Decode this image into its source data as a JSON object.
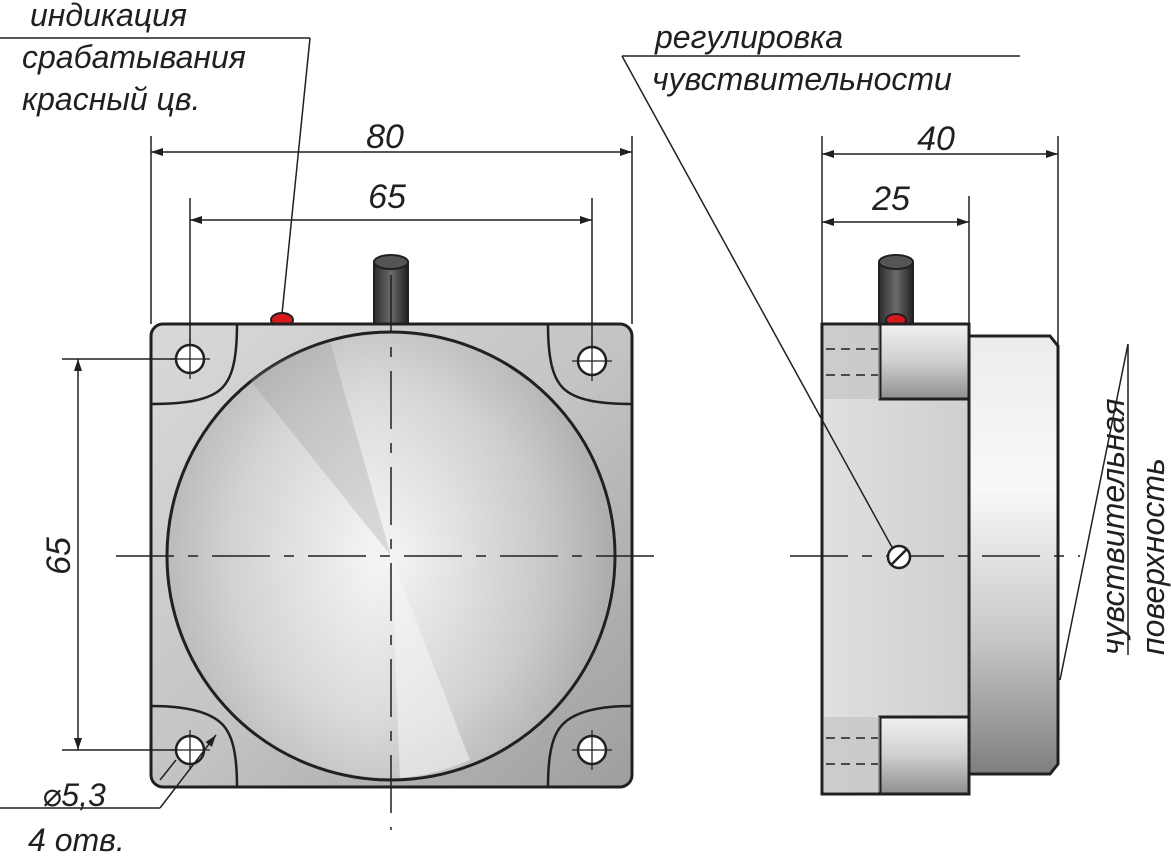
{
  "labels": {
    "indication_line1": "индикация",
    "indication_line2": "срабатывания",
    "indication_line3": "красный цв.",
    "adjust_line1": "регулировка",
    "adjust_line2": "чувствительности",
    "surface_line1": "чувствительная",
    "surface_line2": "поверхность",
    "hole_diameter": "⌀5,3",
    "hole_count": "4 отв."
  },
  "dimensions": {
    "front_width": "80",
    "front_hole_spacing_x": "65",
    "front_hole_spacing_y": "65",
    "side_depth": "40",
    "side_body_depth": "25"
  },
  "colors": {
    "led": "#d7191c",
    "line": "#231f20",
    "body": "#c9c9c9"
  }
}
